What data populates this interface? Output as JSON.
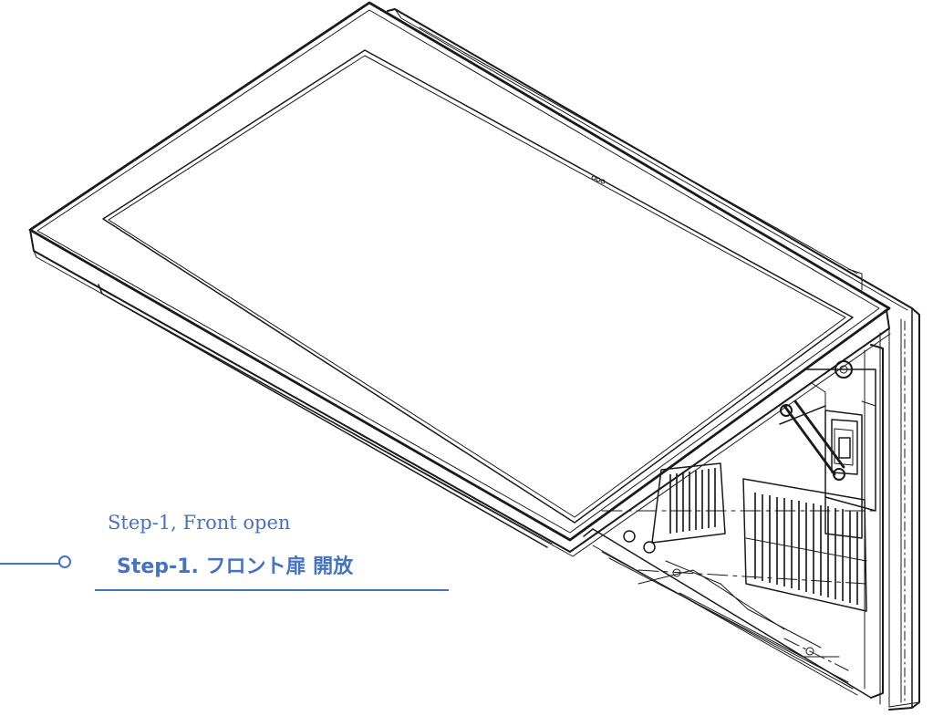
{
  "caption": {
    "step_en": "Step-1, Front open",
    "step_jp": "Step-1. フロント扉 開放",
    "color": "#4472c4"
  },
  "drawing": {
    "subject": "wall-mounted display enclosure with front door swung open",
    "line_color": "#1a1a1a",
    "background": "#ffffff"
  }
}
